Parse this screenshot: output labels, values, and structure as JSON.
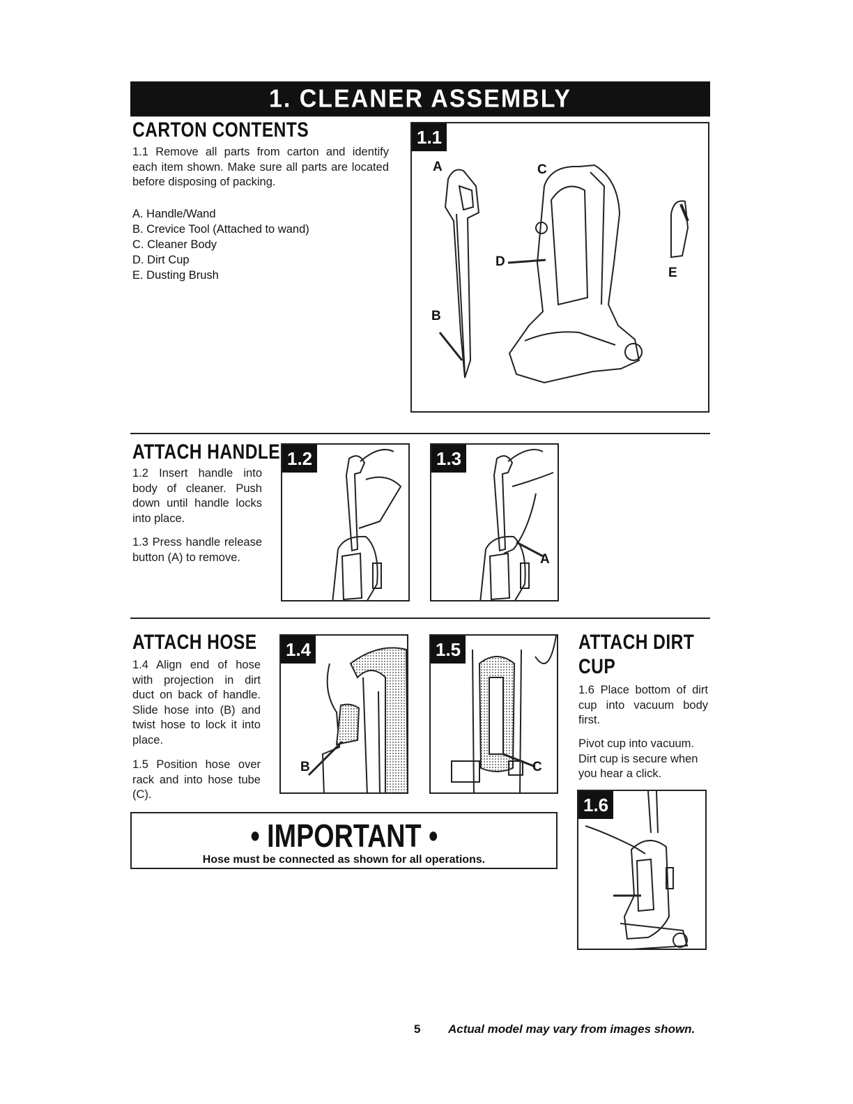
{
  "banner": "1. CLEANER ASSEMBLY",
  "carton": {
    "heading": "CARTON CONTENTS",
    "intro": "1.1 Remove all parts from carton and identify each item shown. Make sure all parts are located before disposing of packing.",
    "items": [
      "A. Handle/Wand",
      "B. Crevice Tool (Attached to wand)",
      "C. Cleaner Body",
      "D. Dirt Cup",
      "E. Dusting Brush"
    ]
  },
  "fig11": {
    "tag": "1.1",
    "labels": {
      "a": "A",
      "b": "B",
      "c": "C",
      "d": "D",
      "e": "E"
    }
  },
  "handle": {
    "heading": "ATTACH HANDLE",
    "step2": "1.2 Insert handle into body of cleaner. Push down until handle locks into place.",
    "step3": "1.3 Press handle release button (A) to remove."
  },
  "fig12": {
    "tag": "1.2"
  },
  "fig13": {
    "tag": "1.3",
    "label": "A"
  },
  "hose": {
    "heading": "ATTACH HOSE",
    "step4": "1.4 Align end of hose with projection in dirt duct on back of handle. Slide hose into (B) and twist hose to lock it into place.",
    "step5": "1.5 Position hose over rack and into hose tube (C)."
  },
  "fig14": {
    "tag": "1.4",
    "label": "B"
  },
  "fig15": {
    "tag": "1.5",
    "label": "C"
  },
  "dirtcup": {
    "heading_line1": "ATTACH DIRT",
    "heading_line2": "CUP",
    "step6a": "1.6 Place bottom of dirt cup into vacuum body first.",
    "step6b": "Pivot cup into vacuum. Dirt cup is secure when you hear a click."
  },
  "fig16": {
    "tag": "1.6"
  },
  "important": {
    "title": "• IMPORTANT •",
    "text": "Hose must be connected as shown for all operations."
  },
  "footer": {
    "page": "5",
    "note": "Actual model may vary from images shown."
  }
}
